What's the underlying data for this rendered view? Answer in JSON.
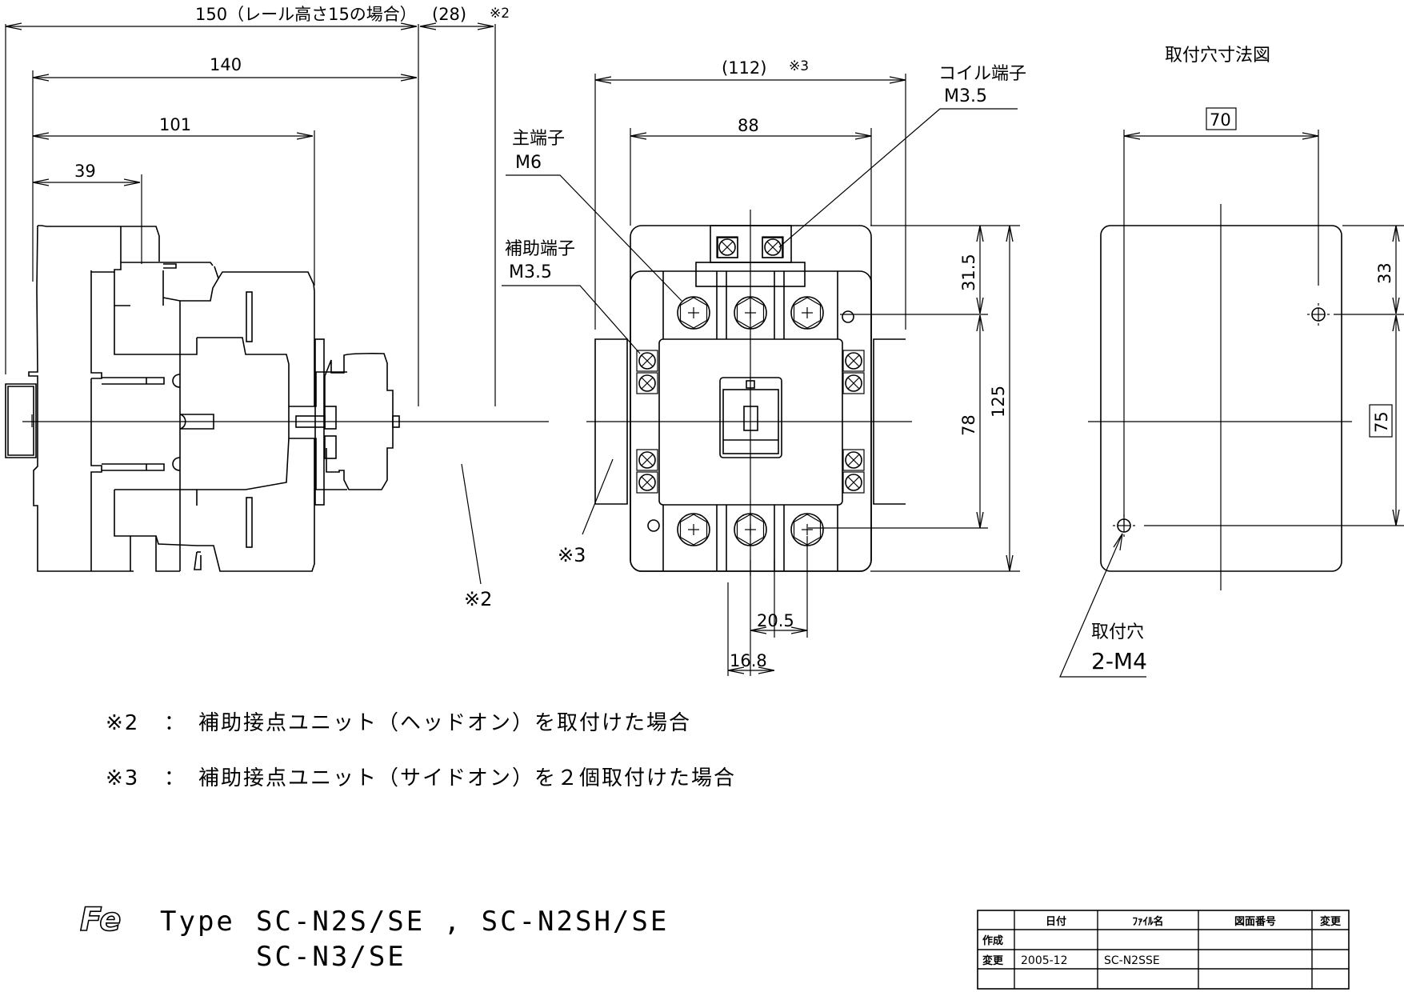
{
  "side_view": {
    "dim_150": "150（レール高さ15の場合）",
    "dim_28": "(28)",
    "dim_28_note": "※2",
    "dim_140": "140",
    "dim_101": "101",
    "dim_39": "39",
    "callout_note2": "※2"
  },
  "front_view": {
    "dim_112": "(112)",
    "dim_112_note": "※3",
    "dim_88": "88",
    "dim_31_5": "31.5",
    "dim_78": "78",
    "dim_125": "125",
    "dim_20_5": "20.5",
    "dim_16_8": "16.8",
    "main_terminal_label": "主端子",
    "main_terminal_size": "M6",
    "aux_terminal_label": "補助端子",
    "aux_terminal_size": "M3.5",
    "coil_terminal_label": "コイル端子",
    "coil_terminal_size": "M3.5",
    "callout_note3": "※3"
  },
  "mounting_view": {
    "title": "取付穴寸法図",
    "dim_70": "70",
    "dim_33": "33",
    "dim_75": "75",
    "hole_label": "取付穴",
    "hole_spec": "2-M4"
  },
  "notes": [
    {
      "mark": "※2",
      "sep": "：",
      "text": "補助接点ユニット（ヘッドオン）を取付けた場合"
    },
    {
      "mark": "※3",
      "sep": "：",
      "text": "補助接点ユニット（サイドオン）を２個取付けた場合"
    }
  ],
  "title_block": {
    "logo": "Fe",
    "type_label": "Type",
    "models_line1": "SC-N2S/SE , SC-N2SH/SE",
    "models_line2": "SC-N3/SE"
  },
  "revision_table": {
    "headers": [
      "",
      "日付",
      "ﾌｧｲﾙ名",
      "図面番号",
      "変更"
    ],
    "rows": [
      [
        "作成",
        "",
        "",
        "",
        ""
      ],
      [
        "変更",
        "2005-12",
        "SC-N2SSE",
        "",
        ""
      ],
      [
        "",
        "",
        "",
        "",
        ""
      ]
    ]
  }
}
